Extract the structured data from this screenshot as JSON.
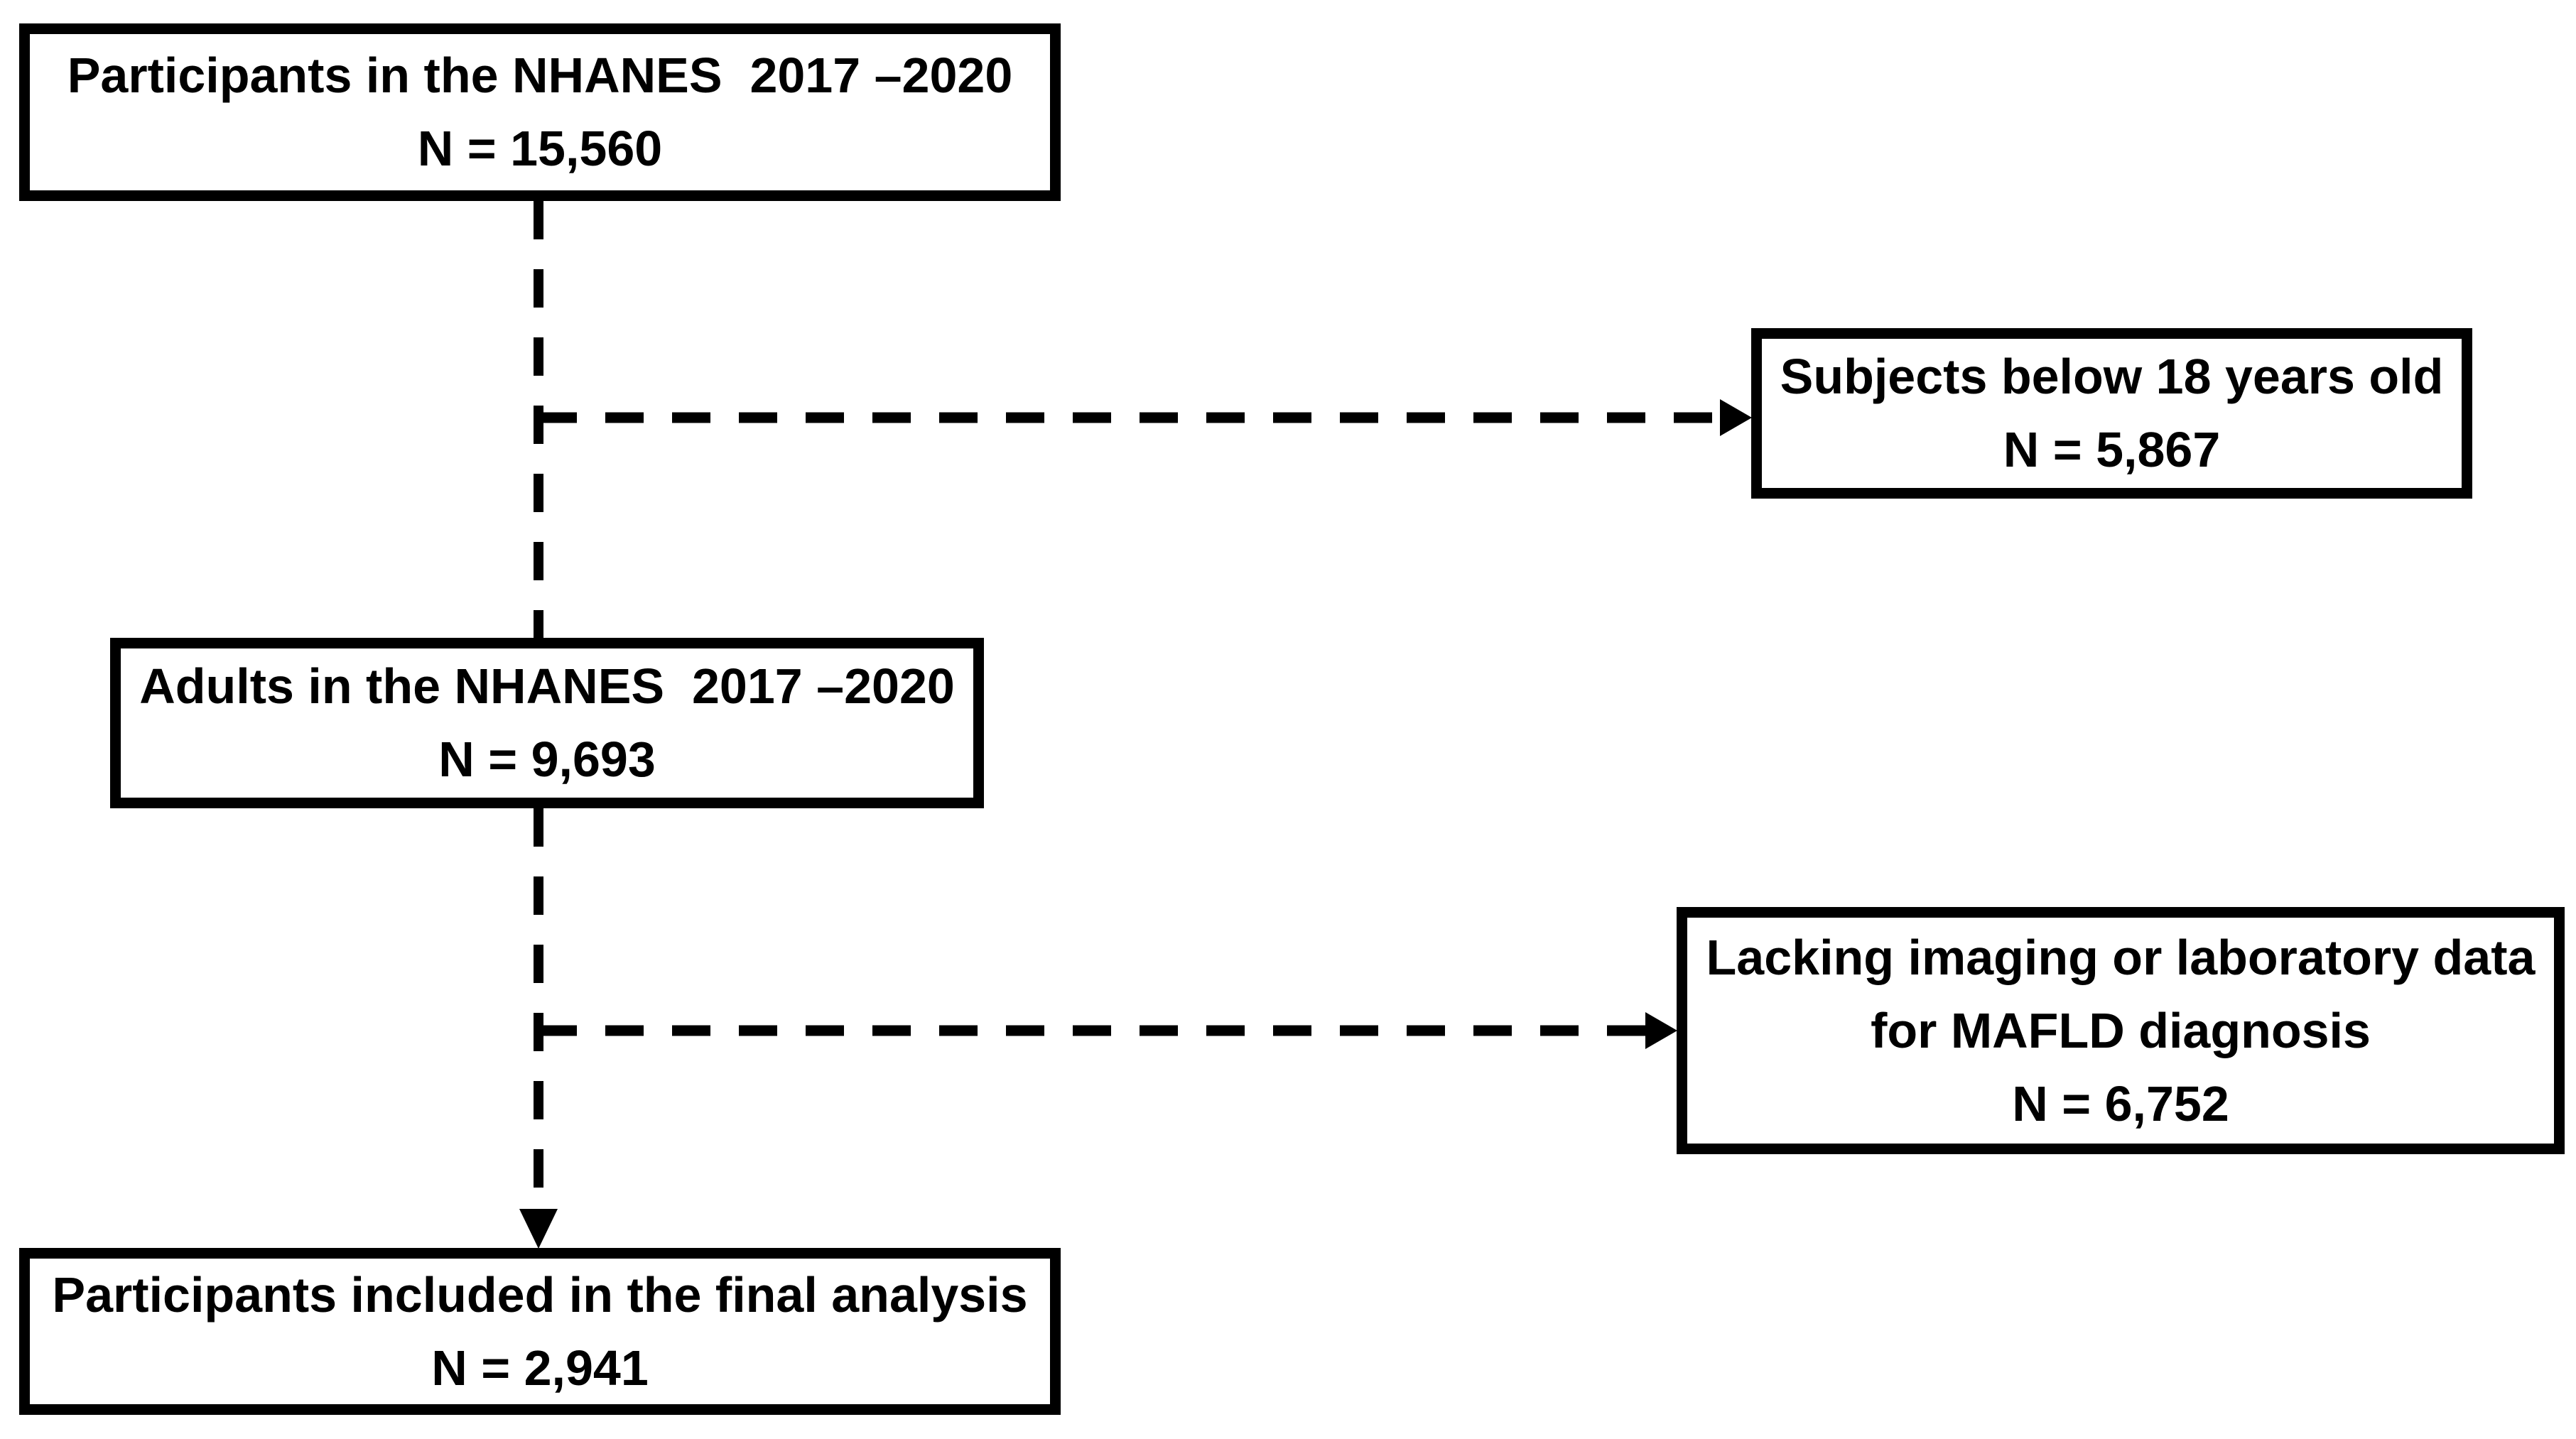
{
  "colors": {
    "line": "#000000",
    "box_border": "#000000",
    "box_fill": "#ffffff",
    "background": "#ffffff",
    "text": "#000000"
  },
  "nodes": {
    "total": {
      "lines": [
        "Participants in the NHANES  2017 –2020",
        "N = 15,560"
      ]
    },
    "below18": {
      "lines": [
        "Subjects below 18 years old",
        "N = 5,867"
      ]
    },
    "adults": {
      "lines": [
        "Adults in the NHANES  2017 –2020",
        "N = 9,693"
      ]
    },
    "lacking": {
      "lines": [
        "Lacking imaging or laboratory data",
        "for MAFLD diagnosis",
        "N = 6,752"
      ]
    },
    "final": {
      "lines": [
        "Participants included in the final analysis",
        "N = 2,941"
      ]
    }
  },
  "edges": [
    {
      "from": "total",
      "to": "adults",
      "style": "dashed",
      "arrowhead": "solid-triangle"
    },
    {
      "from": "total",
      "to": "below18",
      "style": "dashed",
      "arrowhead": "solid-triangle"
    },
    {
      "from": "adults",
      "to": "final",
      "style": "dashed",
      "arrowhead": "solid-triangle"
    },
    {
      "from": "adults",
      "to": "lacking",
      "style": "dashed",
      "arrowhead": "solid-triangle"
    }
  ]
}
